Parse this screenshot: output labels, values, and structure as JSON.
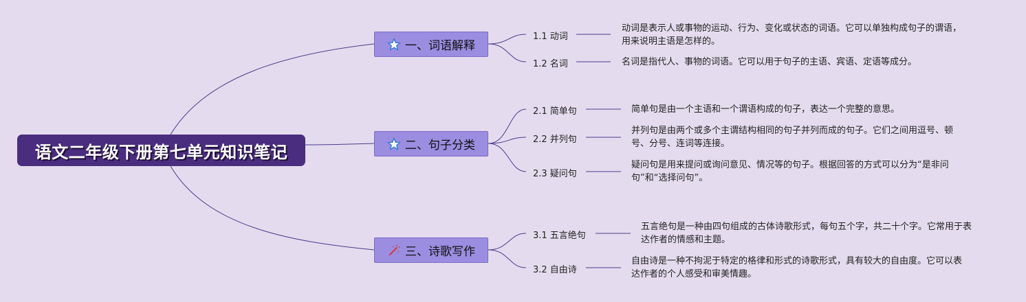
{
  "root": {
    "title": "语文二年级下册第七单元知识笔记"
  },
  "topics": [
    {
      "label": "一、词语解释",
      "icon": "star-icon",
      "items": [
        {
          "label": "1.1 动词",
          "desc": "动词是表示人或事物的运动、行为、变化或状态的词语。它可以单独构成句子的谓语，用来说明主语是怎样的。"
        },
        {
          "label": "1.2 名词",
          "desc": "名词是指代人、事物的词语。它可以用于句子的主语、宾语、定语等成分。"
        }
      ]
    },
    {
      "label": "二、句子分类",
      "icon": "star-icon",
      "items": [
        {
          "label": "2.1 简单句",
          "desc": "简单句是由一个主语和一个谓语构成的句子，表达一个完整的意思。"
        },
        {
          "label": "2.2 并列句",
          "desc": "并列句是由两个或多个主谓结构相同的句子并列而成的句子。它们之间用逗号、顿号、分号、连词等连接。"
        },
        {
          "label": "2.3 疑问句",
          "desc": "疑问句是用来提问或询问意见、情况等的句子。根据回答的方式可以分为“是非问句”和“选择问句”。"
        }
      ]
    },
    {
      "label": "三、诗歌写作",
      "icon": "magic-wand-icon",
      "items": [
        {
          "label": "3.1 五言绝句",
          "desc": "五言绝句是一种由四句组成的古体诗歌形式，每句五个字，共二十个字。它常用于表达作者的情感和主题。"
        },
        {
          "label": "3.2 自由诗",
          "desc": "自由诗是一种不拘泥于特定的格律和形式的诗歌形式，具有较大的自由度。它可以表达作者的个人感受和审美情趣。"
        }
      ]
    }
  ],
  "colors": {
    "background": "#e4dcee",
    "root": "#4b2d7f",
    "topic": "#9b8de0",
    "line": "#4b3a8c",
    "star": "#3a7bd5",
    "wand": "#d23b3b"
  }
}
